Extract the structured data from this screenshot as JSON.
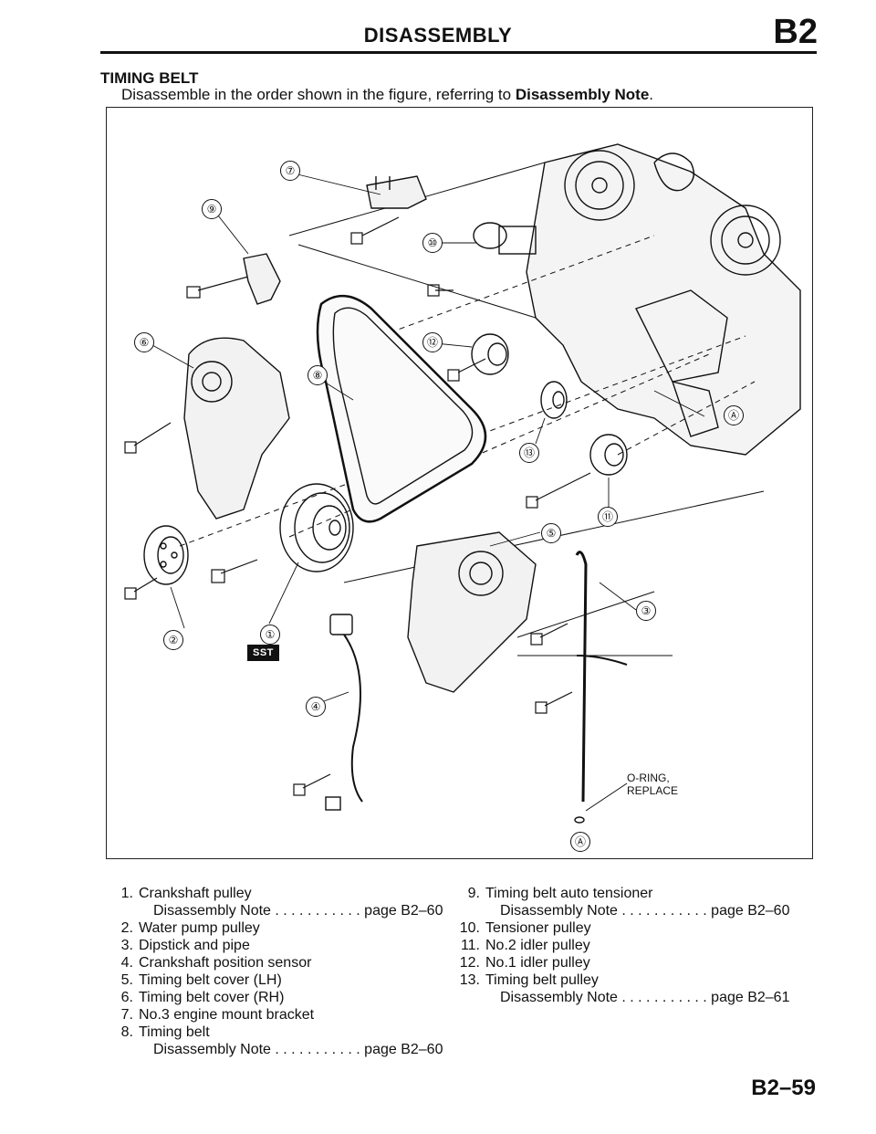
{
  "header": {
    "title": "DISASSEMBLY",
    "section_code": "B2"
  },
  "section": {
    "title": "TIMING BELT",
    "intro": "Disassemble in the order shown in the figure, referring to",
    "intro_ref": "Disassembly Note",
    "intro_end": "."
  },
  "figure": {
    "callouts": [
      "①",
      "②",
      "③",
      "④",
      "⑤",
      "⑥",
      "⑦",
      "⑧",
      "⑨",
      "⑩",
      "⑪",
      "⑫",
      "⑬"
    ],
    "markers": {
      "a_top": "Ⓐ",
      "a_bottom": "Ⓐ"
    },
    "sst_label": "SST",
    "oring_note_line1": "O-RING,",
    "oring_note_line2": "REPLACE"
  },
  "parts_left": [
    {
      "num": "1.",
      "name": "Crankshaft pulley",
      "note": "Disassembly Note . . . . . . . . . . . page B2–60"
    },
    {
      "num": "2.",
      "name": "Water pump pulley"
    },
    {
      "num": "3.",
      "name": "Dipstick and pipe"
    },
    {
      "num": "4.",
      "name": "Crankshaft position sensor"
    },
    {
      "num": "5.",
      "name": "Timing belt cover (LH)"
    },
    {
      "num": "6.",
      "name": "Timing belt cover (RH)"
    },
    {
      "num": "7.",
      "name": "No.3 engine mount bracket"
    },
    {
      "num": "8.",
      "name": "Timing belt",
      "note": "Disassembly Note . . . . . . . . . . . page B2–60"
    }
  ],
  "parts_right": [
    {
      "num": "9.",
      "name": "Timing belt auto tensioner",
      "note": "Disassembly Note . . . . . . . . . . . page B2–60"
    },
    {
      "num": "10.",
      "name": "Tensioner pulley"
    },
    {
      "num": "11.",
      "name": "No.2 idler pulley"
    },
    {
      "num": "12.",
      "name": "No.1 idler pulley"
    },
    {
      "num": "13.",
      "name": "Timing belt pulley",
      "note": "Disassembly Note . . . . . . . . . . . page B2–61"
    }
  ],
  "page_number": "B2–59"
}
